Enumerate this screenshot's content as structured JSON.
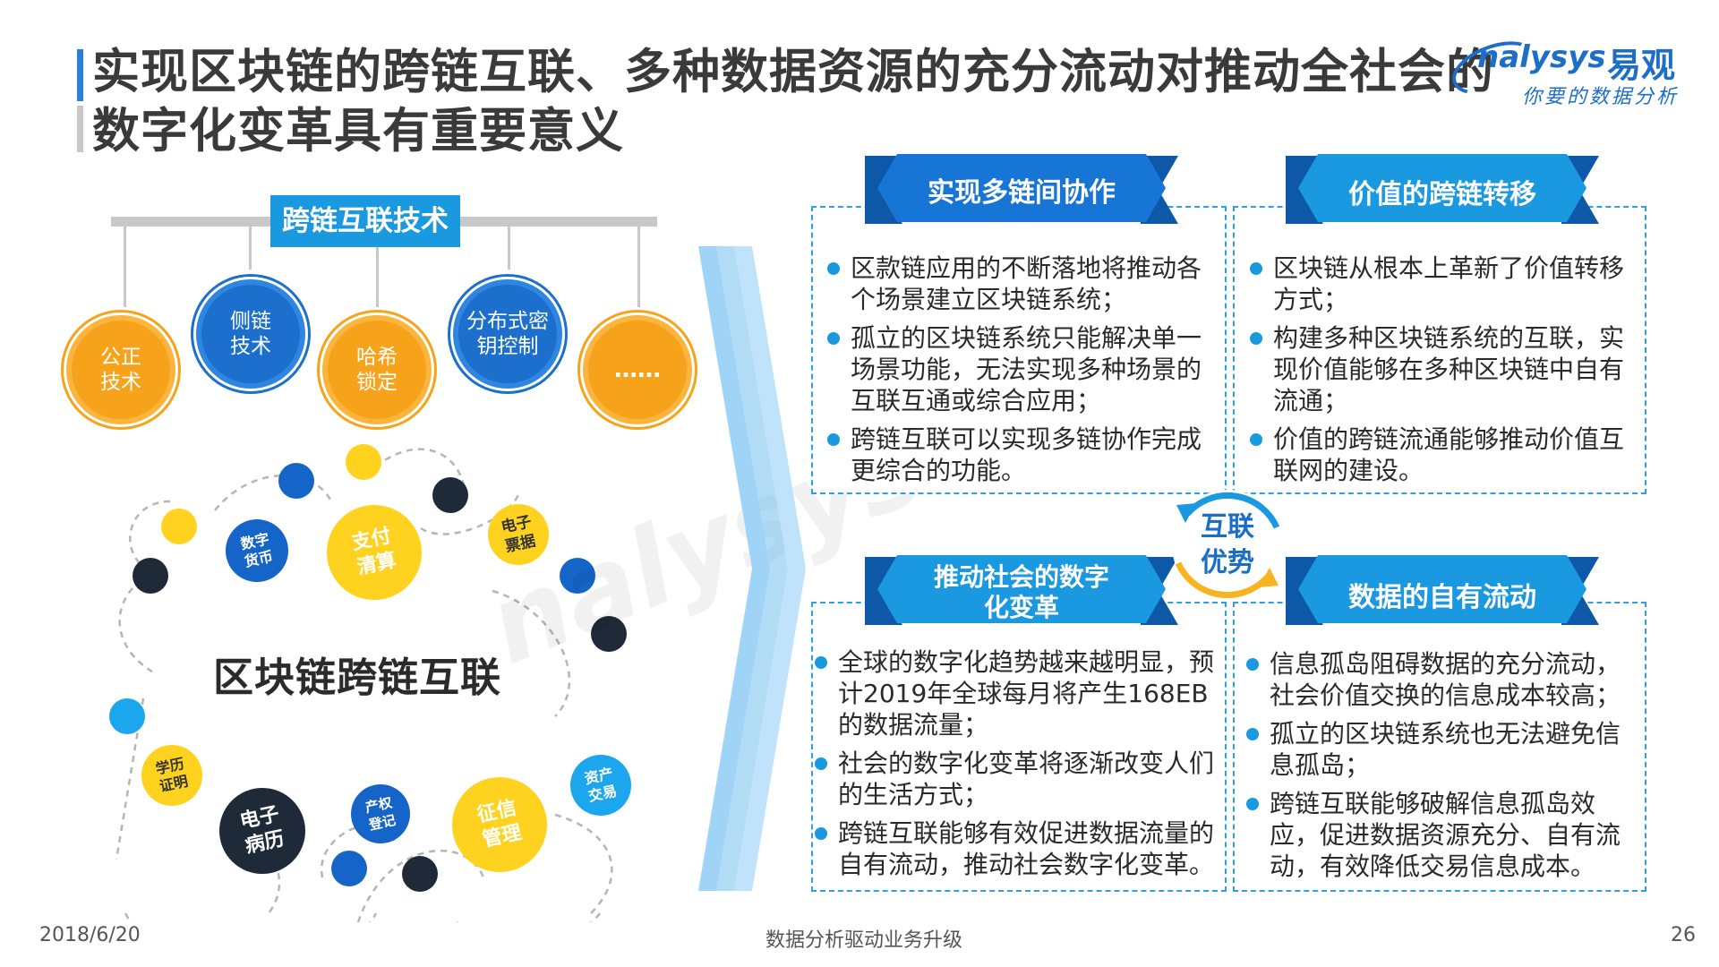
{
  "title": {
    "line1": "实现区块链的跨链互联、多种数据资源的充分流动对推动全社会的",
    "line2": "数字化变革具有重要意义"
  },
  "logo": {
    "en": "nalysys",
    "cn": "易观",
    "sub": "你要的数据分析",
    "color": "#1c6ec8"
  },
  "left": {
    "tech_title": "跨链互联技术",
    "techs": [
      {
        "label": "公正技术",
        "color": "orange"
      },
      {
        "label": "侧链技术",
        "color": "blue"
      },
      {
        "label": "哈希锁定",
        "color": "orange"
      },
      {
        "label": "分布式密钥控制",
        "color": "blue"
      },
      {
        "label": "……",
        "color": "orange"
      }
    ],
    "center_label": "区块链跨链互联",
    "nodes": {
      "shuzi": "数字货币",
      "zhifu": "支付清算",
      "dianzi_piaoju": "电子票据",
      "xueli": "学历证明",
      "dianzi_bingli": "电子病历",
      "chanquan": "产权登记",
      "zhengxin": "征信管理",
      "zichan": "资产交易"
    }
  },
  "panels": {
    "p1": {
      "title": "实现多链间协作",
      "items": [
        "区款链应用的不断落地将推动各个场景建立区块链系统；",
        "孤立的区块链系统只能解决单一场景功能，无法实现多种场景的互联互通或综合应用；",
        "跨链互联可以实现多链协作完成更综合的功能。"
      ]
    },
    "p2": {
      "title": "价值的跨链转移",
      "items": [
        "区块链从根本上革新了价值转移方式；",
        "构建多种区块链系统的互联，实现价值能够在多种区块链中自有流通；",
        "价值的跨链流通能够推动价值互联网的建设。"
      ]
    },
    "p3": {
      "title_l1": "推动社会的数字",
      "title_l2": "化变革",
      "items": [
        "全球的数字化趋势越来越明显，预计2019年全球每月将产生168EB的数据流量；",
        "社会的数字化变革将逐渐改变人们的生活方式；",
        "跨链互联能够有效促进数据流量的自有流动，推动社会数字化变革。"
      ]
    },
    "p4": {
      "title": "数据的自有流动",
      "items": [
        "信息孤岛阻碍数据的充分流动，社会价值交换的信息成本较高；",
        "孤立的区块链系统也无法避免信息孤岛；",
        "跨链互联能够破解信息孤岛效应，促进数据资源充分、自有流动，有效降低交易信息成本。"
      ]
    }
  },
  "center_ring": {
    "l1": "互联",
    "l2": "优势"
  },
  "footer": {
    "date": "2018/6/20",
    "center": "数据分析驱动业务升级",
    "page": "26"
  },
  "watermark": "nalysys 易观",
  "colors": {
    "accent": "#1a98e0",
    "dark_blue": "#1565c9",
    "orange": "#f7a21b"
  }
}
